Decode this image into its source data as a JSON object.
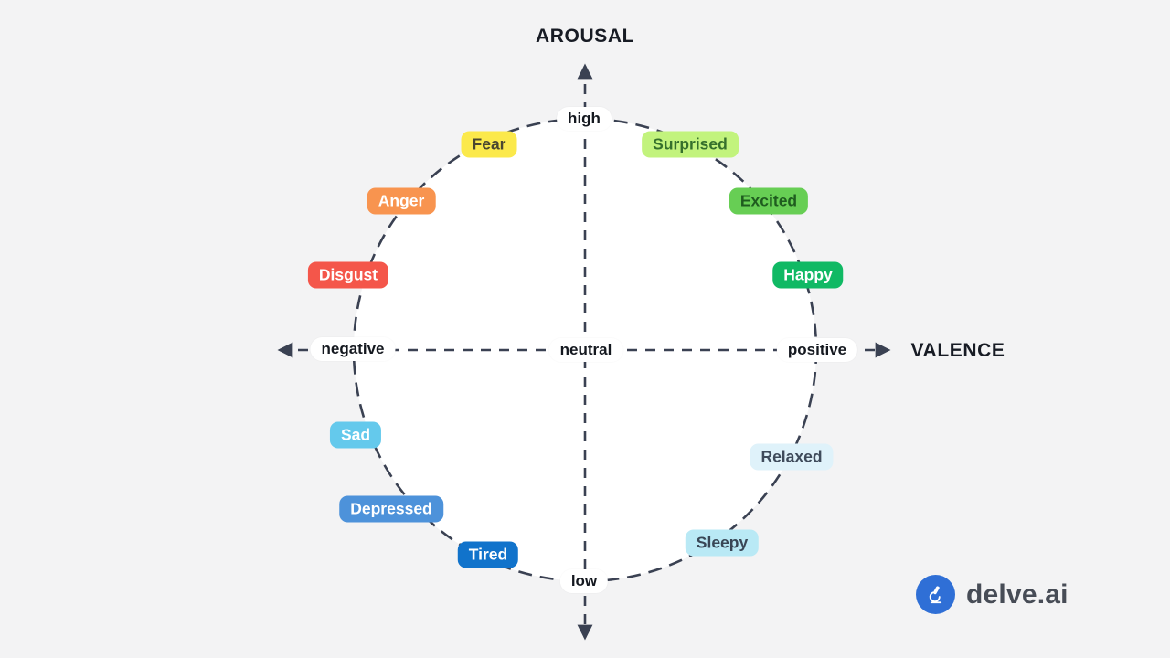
{
  "axes": {
    "vertical_title": "AROUSAL",
    "horizontal_title": "VALENCE",
    "high": "high",
    "low": "low",
    "negative": "negative",
    "neutral": "neutral",
    "positive": "positive"
  },
  "emotions": [
    {
      "label": "Fear",
      "bg": "#fbe94b",
      "text": "#4a4730"
    },
    {
      "label": "Surprised",
      "bg": "#c2f37d",
      "text": "#35702c"
    },
    {
      "label": "Anger",
      "bg": "#f8944f",
      "text": "#ffffff"
    },
    {
      "label": "Excited",
      "bg": "#67ce54",
      "text": "#1f5c1f"
    },
    {
      "label": "Disgust",
      "bg": "#f4564a",
      "text": "#ffffff"
    },
    {
      "label": "Happy",
      "bg": "#10b964",
      "text": "#ffffff"
    },
    {
      "label": "Sad",
      "bg": "#64c9ec",
      "text": "#ffffff"
    },
    {
      "label": "Relaxed",
      "bg": "#dff2fa",
      "text": "#3f4b5b"
    },
    {
      "label": "Depressed",
      "bg": "#4d92da",
      "text": "#ffffff"
    },
    {
      "label": "Sleepy",
      "bg": "#b9e9f5",
      "text": "#394655"
    },
    {
      "label": "Tired",
      "bg": "#1173cb",
      "text": "#ffffff"
    }
  ],
  "colors": {
    "background": "#f3f3f4",
    "dash": "#3a4152",
    "circle_fill": "#ffffff",
    "logo_blue": "#2f6fd6",
    "logo_text": "#474c56"
  },
  "logo": {
    "text": "delve.ai",
    "icon": "microscope-icon"
  }
}
